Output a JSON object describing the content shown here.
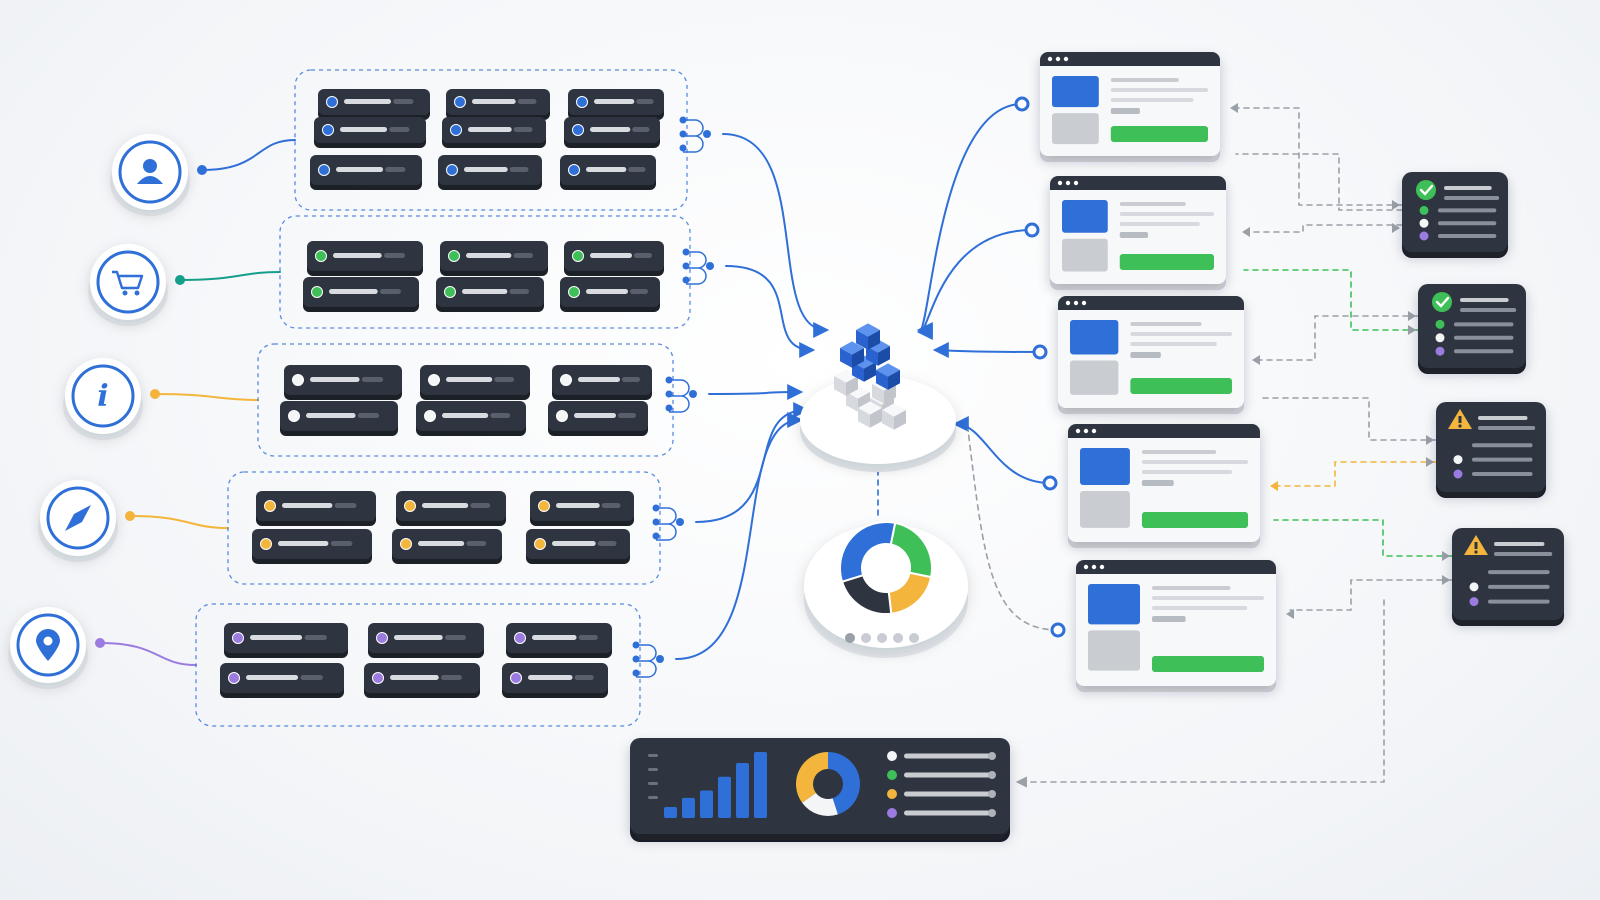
{
  "colors": {
    "blue": "#2f6fd8",
    "green": "#3fbf58",
    "yellow": "#f3b53c",
    "purple": "#9b7be0",
    "white_dot": "#f4f5f7",
    "dark_card": "#2f3540",
    "connector_gray": "#9aa0a8",
    "warning": "#f3b53c",
    "ok": "#3fbf58"
  },
  "sources": [
    {
      "id": "user",
      "icon": "user-icon",
      "accent": "blue",
      "rows": [
        3,
        3,
        3
      ],
      "cols": 3
    },
    {
      "id": "cart",
      "icon": "shopping-cart-icon",
      "accent": "green",
      "rows": [
        2,
        2,
        2
      ],
      "cols": 3
    },
    {
      "id": "info",
      "icon": "info-icon",
      "accent": "white_dot",
      "rows": [
        2,
        2,
        2
      ],
      "cols": 3
    },
    {
      "id": "compass",
      "icon": "compass-icon",
      "accent": "yellow",
      "rows": [
        2,
        2,
        2
      ],
      "cols": 3
    },
    {
      "id": "location",
      "icon": "location-pin-icon",
      "accent": "purple",
      "rows": [
        2,
        2,
        2
      ],
      "cols": 3
    }
  ],
  "hub": {
    "icon": "cube-cluster-icon"
  },
  "analytics": {
    "icon": "donut-chart-icon",
    "donut_segments": [
      {
        "color": "green",
        "fraction": 0.25
      },
      {
        "color": "yellow",
        "fraction": 0.2
      },
      {
        "color": "dark_card",
        "fraction": 0.22
      },
      {
        "color": "blue",
        "fraction": 0.33
      }
    ],
    "pager_dots": 5
  },
  "outputs": [
    {
      "id": "window-1"
    },
    {
      "id": "window-2"
    },
    {
      "id": "window-3"
    },
    {
      "id": "window-4"
    },
    {
      "id": "window-5"
    }
  ],
  "statuses": [
    {
      "id": "status-1",
      "icon": "check-icon",
      "state": "ok"
    },
    {
      "id": "status-2",
      "icon": "check-icon",
      "state": "ok"
    },
    {
      "id": "status-3",
      "icon": "warning-icon",
      "state": "warning"
    },
    {
      "id": "status-4",
      "icon": "warning-icon",
      "state": "warning"
    }
  ],
  "dashboard": {
    "bar_chart_values": [
      0.12,
      0.22,
      0.3,
      0.45,
      0.6,
      0.72
    ],
    "donut_segments": [
      {
        "color": "blue",
        "fraction": 0.45
      },
      {
        "color": "white_dot",
        "fraction": 0.2
      },
      {
        "color": "yellow",
        "fraction": 0.35
      }
    ],
    "legend_colors": [
      "white_dot",
      "green",
      "yellow",
      "purple"
    ]
  }
}
